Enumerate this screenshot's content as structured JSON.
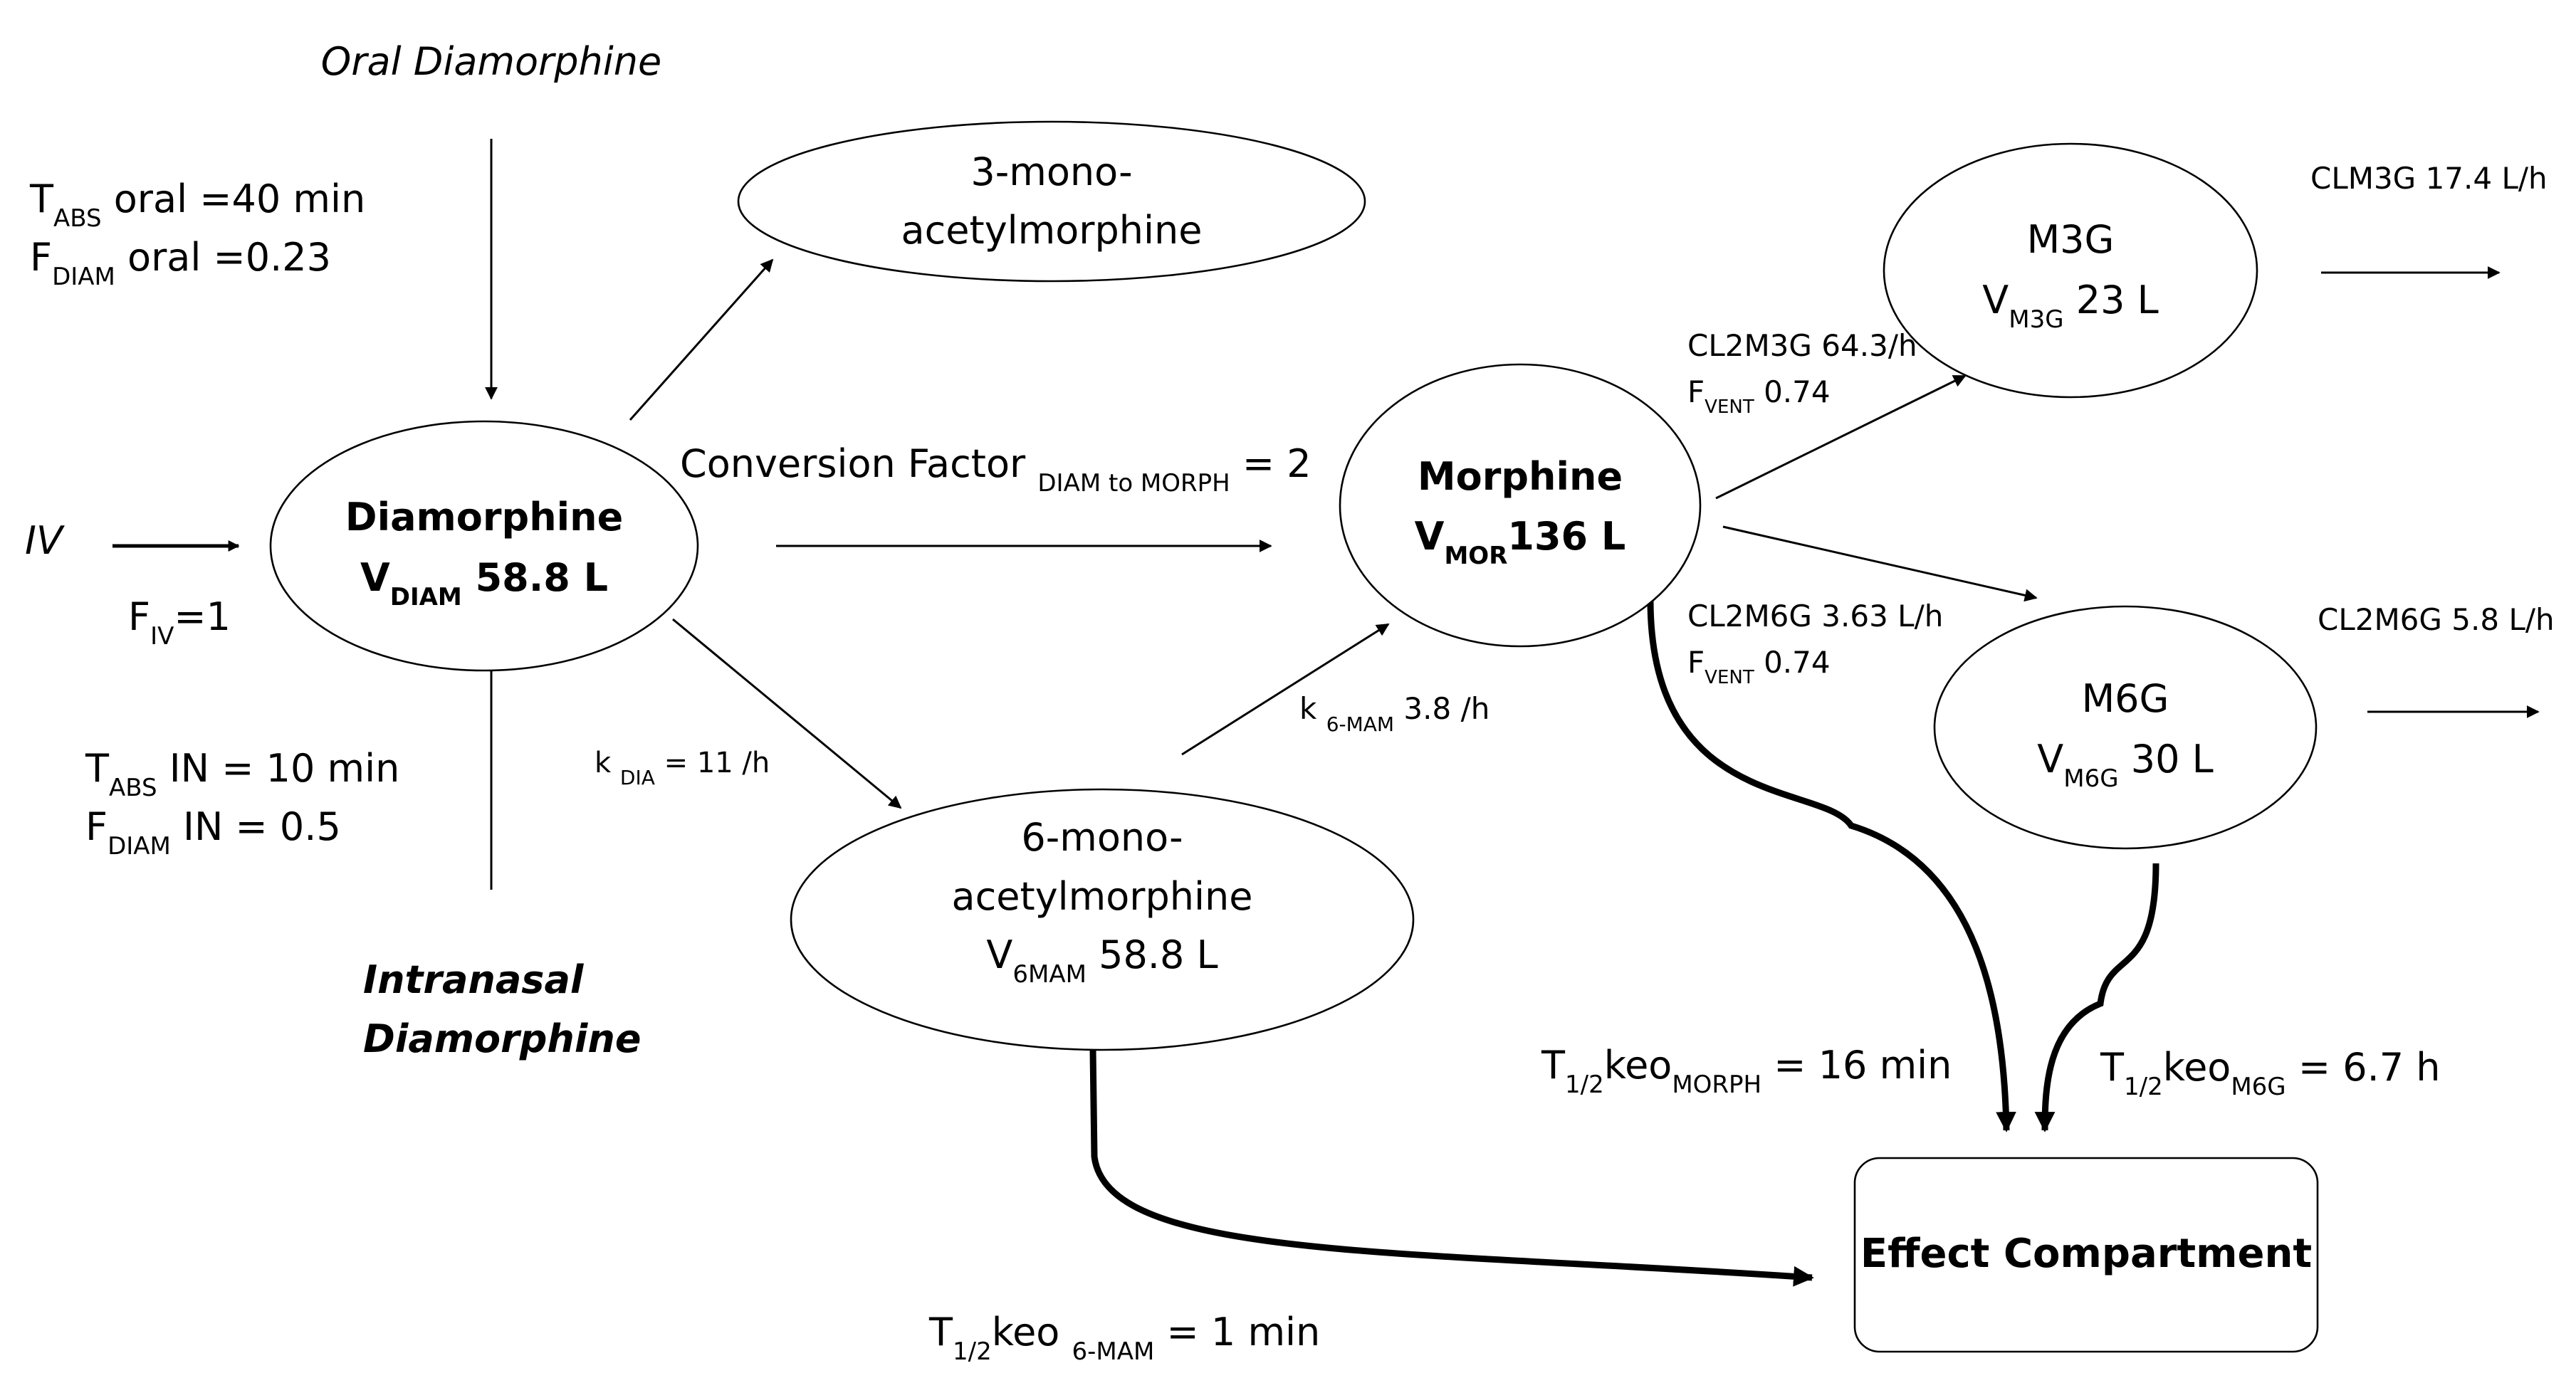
{
  "inputs": {
    "oral_label": "Oral Diamorphine",
    "oral_tabs": {
      "main": "T",
      "sub": "ABS",
      "rest": " oral =40 min"
    },
    "oral_fdiam": {
      "main": "F",
      "sub": "DIAM",
      "rest": " oral =0.23"
    },
    "iv_label": "IV",
    "iv_f": {
      "main": "F",
      "sub": "IV",
      "rest": "=1"
    },
    "in_tabs": {
      "main": "T",
      "sub": "ABS",
      "rest": " IN  = 10 min"
    },
    "in_fdiam": {
      "main": "F",
      "sub": "DIAM",
      "rest": " IN = 0.5"
    },
    "in_label_line1": "Intranasal",
    "in_label_line2": "Diamorphine"
  },
  "nodes": {
    "diamorphine": {
      "name": "Diamorphine",
      "v_main": "V",
      "v_sub": "DIAM",
      "v_rest": " 58.8 L"
    },
    "mam3": {
      "line1": "3-mono-",
      "line2": "acetylmorphine"
    },
    "mam6": {
      "line1": "6-mono-",
      "line2": "acetylmorphine",
      "v_main": "V",
      "v_sub": "6MAM",
      "v_rest": "  58.8 L"
    },
    "morphine": {
      "name": "Morphine",
      "v_main": "V",
      "v_sub": "MOR",
      "v_rest": "136 L"
    },
    "m3g": {
      "name": "M3G",
      "v_main": "V",
      "v_sub": "M3G",
      "v_rest": " 23 L"
    },
    "m6g": {
      "name": "M6G",
      "v_main": "V",
      "v_sub": "M6G",
      "v_rest": " 30 L"
    },
    "effect": {
      "name": "Effect Compartment"
    }
  },
  "edges": {
    "conversion": {
      "main": "Conversion Factor ",
      "sub": "DIAM to MORPH",
      "rest": " = 2"
    },
    "k_dia": {
      "main": "k ",
      "sub": "DIA",
      "rest": " = 11 /h"
    },
    "k_6mam": {
      "main": "k ",
      "sub": "6-MAM",
      "rest": " 3.8 /h"
    },
    "cl2m3g": "CL2M3G 64.3/h",
    "fvent_m3g": {
      "main": "F",
      "sub": "VENT",
      "rest": " 0.74"
    },
    "cl2m6g": "CL2M6G 3.63 L/h",
    "fvent_m6g": {
      "main": "F",
      "sub": "VENT",
      "rest": " 0.74"
    },
    "clm3g": "CLM3G 17.4 L/h",
    "cl2m6g_out": "CL2M6G 5.8 L/h",
    "keo_morph": {
      "main": "T",
      "sub": "1/2",
      "mid": "keo",
      "sub2": "MORPH",
      "rest": " = 16 min"
    },
    "keo_m6g": {
      "main": "T",
      "sub": "1/2",
      "mid": "keo",
      "sub2": "M6G",
      "rest": " = 6.7 h"
    },
    "keo_6mam": {
      "main": "T",
      "sub": "1/2",
      "mid": "keo ",
      "sub2": "6-MAM",
      "rest": " = 1 min"
    }
  }
}
